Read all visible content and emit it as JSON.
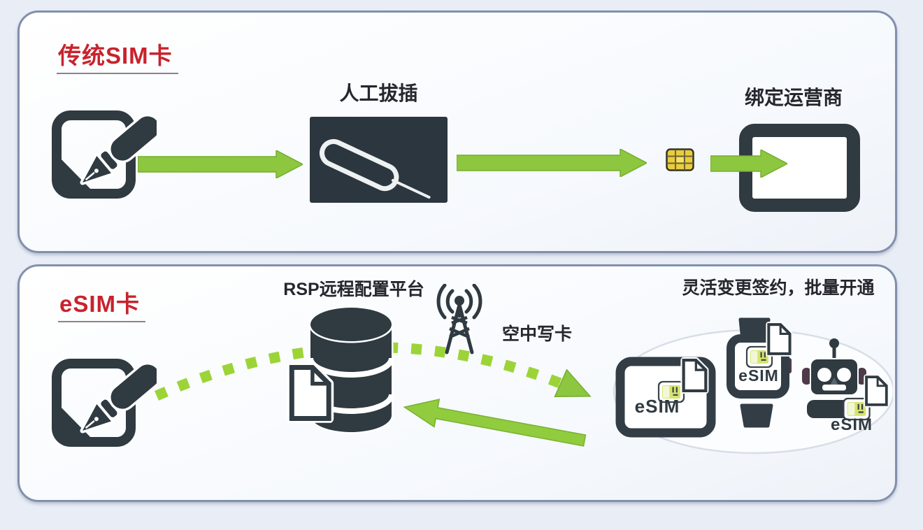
{
  "colors": {
    "bg": "#e9edf6",
    "panel-border": "#8190ab",
    "title-red": "#c8232c",
    "green": "#8dc63f",
    "dot-green": "#9cd438",
    "dark": "#2f3a41",
    "label": "#26262e",
    "sim-gold": "#e9cc3f",
    "chip-green": "#d6e46c"
  },
  "panels": {
    "traditional": {
      "title": "传统SIM卡",
      "manual_label": "人工拔插",
      "bind_label": "绑定运营商"
    },
    "esim": {
      "title": "eSIM卡",
      "rsp_label": "RSP远程配置平台",
      "ota_label": "空中写卡",
      "flexible_label": "灵活变更签约，批量开通",
      "devices": {
        "tablet_badge": "eSIM",
        "watch_badge": "eSIM",
        "robot_badge": "eSIM"
      }
    }
  },
  "icons": {
    "sign-contract-icon": "document with fountain pen",
    "sim-ejector-pin-icon": "SIM tray ejector pin on dark plate",
    "sim-chip-icon": "gold SIM chip",
    "tablet-icon": "tablet device frame",
    "database-icon": "RSP database cylinder",
    "profile-document-icon": "profile file",
    "antenna-icon": "radio tower with waves",
    "esim-tablet-icon": "tablet with eSIM",
    "esim-watch-icon": "smartwatch with eSIM",
    "esim-robot-icon": "IoT robot with eSIM",
    "flow-arrow": "green arrow",
    "dotted-ota-arrow": "dotted green arc",
    "return-arrow": "green return arrow"
  }
}
